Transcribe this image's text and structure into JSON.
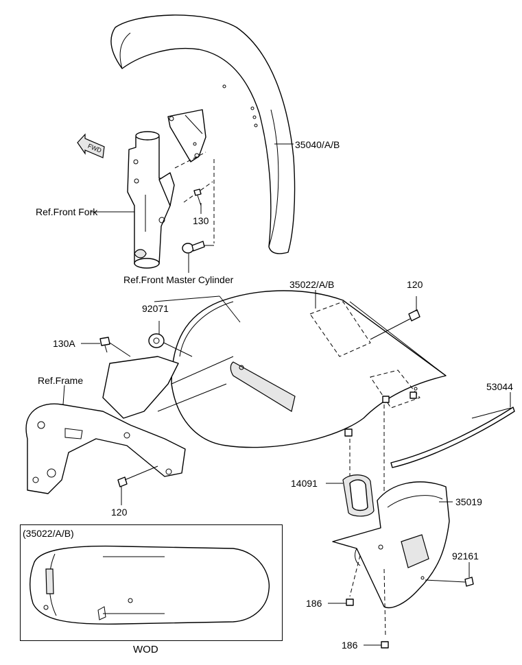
{
  "labels": {
    "fender_front": "35040/A/B",
    "ref_front_fork": "Ref.Front Fork",
    "bolt_130": "130",
    "ref_front_master_cylinder": "Ref.Front Master Cylinder",
    "fender_rear": "35022/A/B",
    "bolt_120_top": "120",
    "grommet_92071": "92071",
    "bolt_130a": "130A",
    "ref_frame": "Ref.Frame",
    "strip_53044": "53044",
    "bolt_120_bottom": "120",
    "pad_14091": "14091",
    "flap_35019": "35019",
    "reflector_92161": "92161",
    "bolt_186_a": "186",
    "bolt_186_b": "186",
    "fwd_arrow": "FWD"
  },
  "inset": {
    "title": "(35022/A/B)",
    "caption": "WOD"
  }
}
